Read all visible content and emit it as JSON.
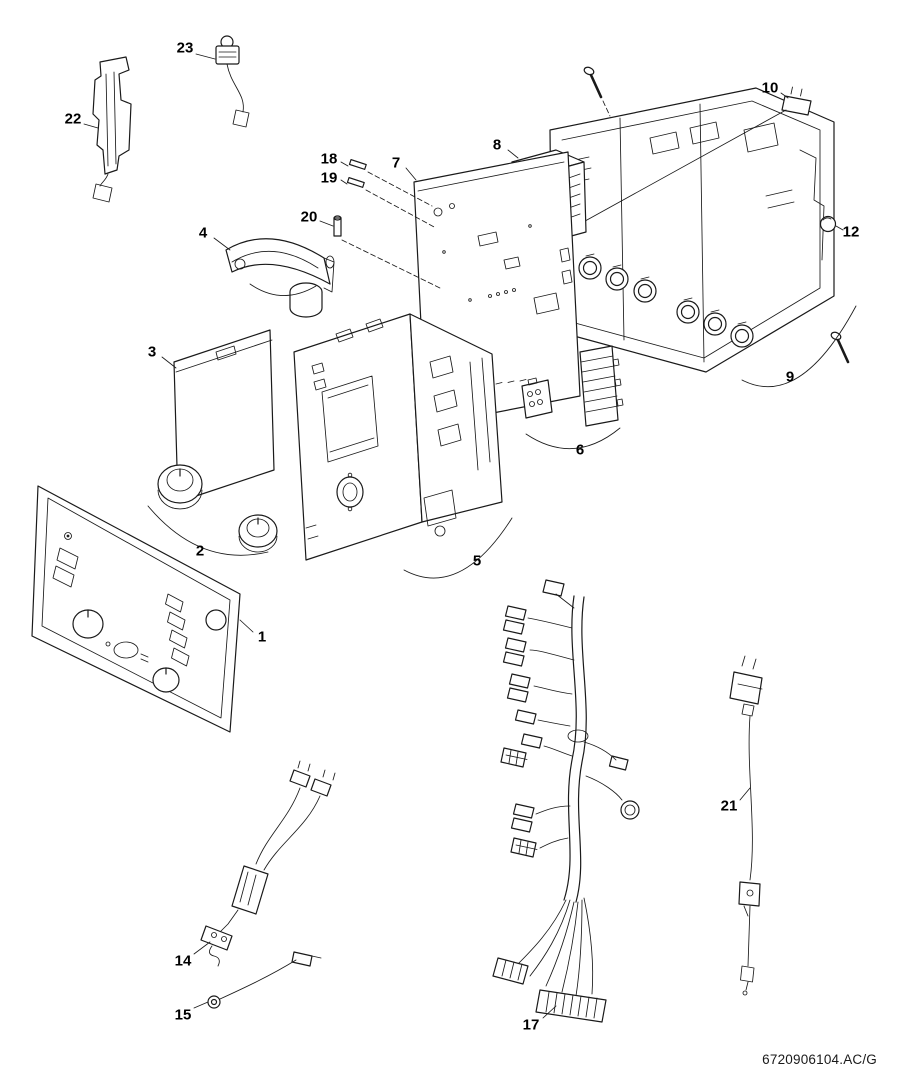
{
  "diagram": {
    "kind": "exploded-parts-diagram",
    "ink_color": "#1a1a1a",
    "background_color": "#ffffff",
    "document_code": "6720906104.AC/G",
    "parts": [
      {
        "label": "1"
      },
      {
        "label": "2"
      },
      {
        "label": "3"
      },
      {
        "label": "4"
      },
      {
        "label": "5"
      },
      {
        "label": "6"
      },
      {
        "label": "7"
      },
      {
        "label": "8"
      },
      {
        "label": "9"
      },
      {
        "label": "10"
      },
      {
        "label": "12"
      },
      {
        "label": "14"
      },
      {
        "label": "15"
      },
      {
        "label": "17"
      },
      {
        "label": "18"
      },
      {
        "label": "19"
      },
      {
        "label": "20"
      },
      {
        "label": "21"
      },
      {
        "label": "22"
      },
      {
        "label": "23"
      }
    ]
  }
}
